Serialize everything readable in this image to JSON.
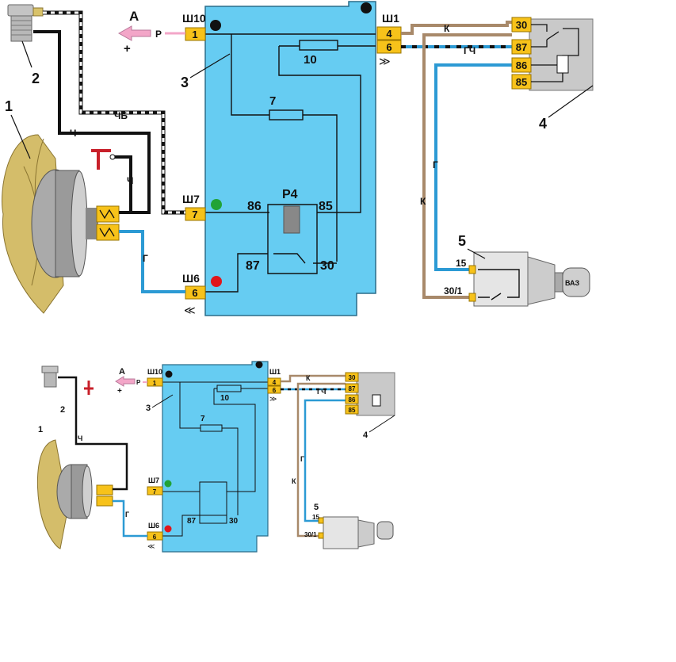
{
  "colors": {
    "unit": "#66ccf2",
    "unit_stroke": "#2a6d8a",
    "pin": "#f7c21a",
    "wire_black": "#111111",
    "wire_blue": "#2c9ad4",
    "wire_brown": "#a8896a",
    "relay_box": "#c9c9c9",
    "fan_blade": "#d4bd6a",
    "arrow_pink": "#f3a6c8"
  },
  "top": {
    "arrow_letter": "А",
    "arrow_wire": "Р",
    "arrow_sign": "+",
    "item_1": "1",
    "item_2": "2",
    "item_3": "3",
    "item_4": "4",
    "item_5": "5",
    "sh10": "Ш10",
    "sh10_pin": "1",
    "sh1": "Ш1",
    "sh1_pin_a": "4",
    "sh1_pin_b": "6",
    "sh7": "Ш7",
    "sh7_pin": "7",
    "sh6": "Ш6",
    "sh6_pin": "6",
    "fuse_10": "10",
    "fuse_7": "7",
    "relay_name": "Р4",
    "relay_86": "86",
    "relay_85": "85",
    "relay_87": "87",
    "relay_30": "30",
    "wire_chb": "ЧБ",
    "wire_ch1": "Ч",
    "wire_ch2": "Ч",
    "wire_g": "Г",
    "wire_k": "К",
    "wire_gch": "ГЧ",
    "wire_g2": "Г",
    "wire_k2": "К",
    "r4_30": "30",
    "r4_87": "87",
    "r4_86": "86",
    "r4_85": "85",
    "ign_15": "15",
    "ign_30_1": "30/1",
    "key_brand": "ВАЗ"
  },
  "bottom": {
    "arrow_letter": "А",
    "arrow_wire": "Р",
    "arrow_sign": "+",
    "item_1": "1",
    "item_2": "2",
    "item_3": "3",
    "item_4": "4",
    "item_5": "5",
    "sh10": "Ш10",
    "sh10_pin": "1",
    "sh1": "Ш1",
    "sh1_pin_a": "4",
    "sh1_pin_b": "6",
    "sh7": "Ш7",
    "sh7_pin": "7",
    "sh6": "Ш6",
    "sh6_pin": "6",
    "fuse_10": "10",
    "fuse_7": "7",
    "relay_87": "87",
    "relay_30": "30",
    "wire_ch": "Ч",
    "wire_g": "Г",
    "wire_k": "К",
    "wire_gch": "ГЧ",
    "wire_g2": "Г",
    "wire_k2": "К",
    "r4_30": "30",
    "r4_87": "87",
    "r4_86": "86",
    "r4_85": "85",
    "ign_15": "15",
    "ign_30_1": "30/1"
  }
}
